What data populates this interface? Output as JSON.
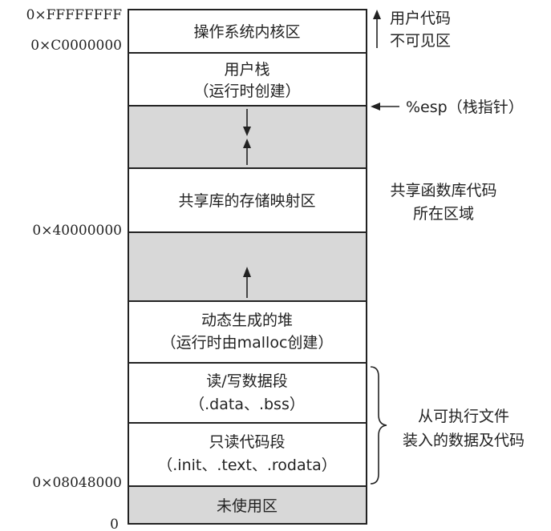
{
  "colors": {
    "line": "#222222",
    "shade": "#d8d8d8",
    "text": "#222222"
  },
  "addresses": {
    "top": "0×FFFFFFFF",
    "kernel_base": "0×C0000000",
    "shared_base": "0×40000000",
    "code_base": "0×08048000",
    "zero": "0"
  },
  "segments": {
    "kernel": {
      "label": "操作系统内核区"
    },
    "user_stack": {
      "line1": "用户栈",
      "line2": "（运行时创建）"
    },
    "shared_libs": {
      "label": "共享库的存储映射区"
    },
    "heap": {
      "line1": "动态生成的堆",
      "line2": "（运行时由malloc创建）"
    },
    "data": {
      "line1": "读/写数据段",
      "line2": "（.data、.bss）"
    },
    "code": {
      "line1": "只读代码段",
      "line2": "（.init、.text、.rodata）"
    },
    "unused": {
      "label": "未使用区"
    }
  },
  "annotations": {
    "kernel_invisible": {
      "line1": "用户代码",
      "line2": "不可见区"
    },
    "esp": "%esp（栈指针）",
    "shared_code": {
      "line1": "共享函数库代码",
      "line2": "所在区域"
    },
    "loaded_from_file": {
      "line1": "从可执行文件",
      "line2": "装入的数据及代码"
    }
  }
}
